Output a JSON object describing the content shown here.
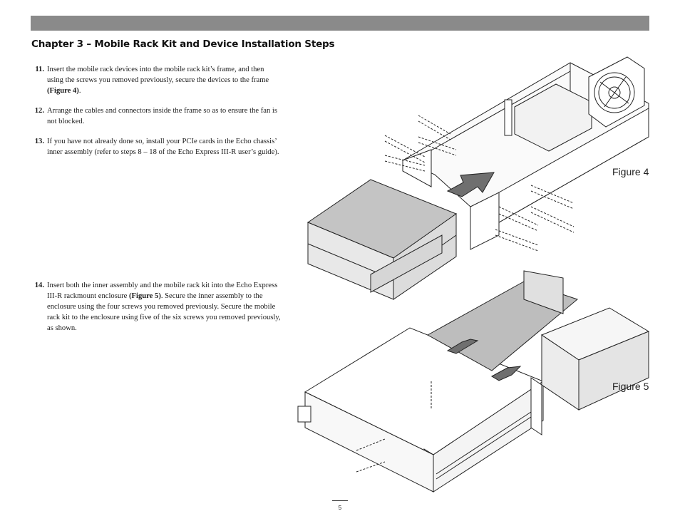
{
  "chapter_title": "Chapter 3 – Mobile Rack Kit and Device Installation Steps",
  "steps": [
    {
      "number": "11.",
      "text": "Insert the mobile rack devices into the mobile rack kit’s frame, and then using the screws you removed previously, secure the devices to the frame ",
      "ref": "(Figure 4)",
      "tail": "."
    },
    {
      "number": "12.",
      "text": "Arrange the cables and connectors inside the frame so as to ensure the fan is not blocked.",
      "ref": "",
      "tail": ""
    },
    {
      "number": "13.",
      "text": "If you have not already done so, install your PCIe cards in the Echo chassis’ inner assembly (refer to steps 8 – 18 of the Echo Express III-R user’s guide).",
      "ref": "",
      "tail": ""
    },
    {
      "number": "14.",
      "text": "Insert both the inner assembly and the mobile rack kit into the Echo Express III-R rackmount enclosure ",
      "ref": "(Figure 5)",
      "tail": ". Secure the inner assembly to the enclosure using the four screws you removed previously. Secure the mobile rack kit to the enclosure using five of the six screws you removed previously, as shown."
    }
  ],
  "figures": {
    "fig4": "Figure 4",
    "fig5": "Figure 5"
  },
  "page_number": "5",
  "colors": {
    "bar": "#8a8a8a",
    "arrow": "#6f6f6f",
    "device": "#c4c4c4"
  }
}
